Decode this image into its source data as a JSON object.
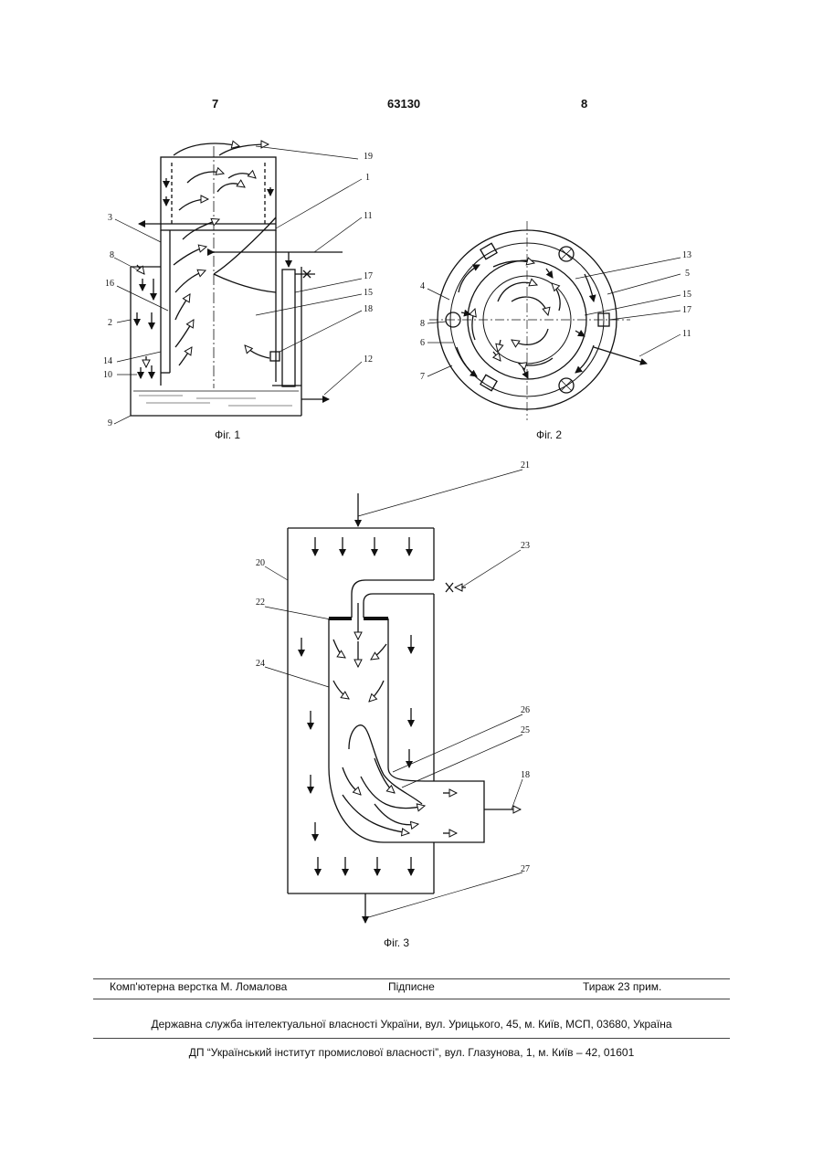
{
  "header": {
    "left_page": "7",
    "patent_number": "63130",
    "right_page": "8"
  },
  "figures": {
    "fig1": {
      "caption": "Фіг. 1",
      "labels": [
        "19",
        "1",
        "3",
        "11",
        "8",
        "16",
        "17",
        "15",
        "2",
        "18",
        "14",
        "10",
        "12",
        "9"
      ]
    },
    "fig2": {
      "caption": "Фіг. 2",
      "labels": [
        "13",
        "5",
        "4",
        "15",
        "8",
        "17",
        "6",
        "11",
        "7"
      ]
    },
    "fig3": {
      "caption": "Фіг. 3",
      "labels": [
        "21",
        "23",
        "20",
        "22",
        "24",
        "26",
        "25",
        "18",
        "27"
      ]
    }
  },
  "footer": {
    "layout": "Комп'ютерна верстка М. Ломалова",
    "signed": "Підписне",
    "circulation": "Тираж 23 прим.",
    "agency": "Державна служба інтелектуальної власності України, вул. Урицького, 45, м. Київ, МСП, 03680, Україна",
    "institute": "ДП “Український інститут промислової власності”, вул. Глазунова, 1, м. Київ – 42, 01601"
  }
}
